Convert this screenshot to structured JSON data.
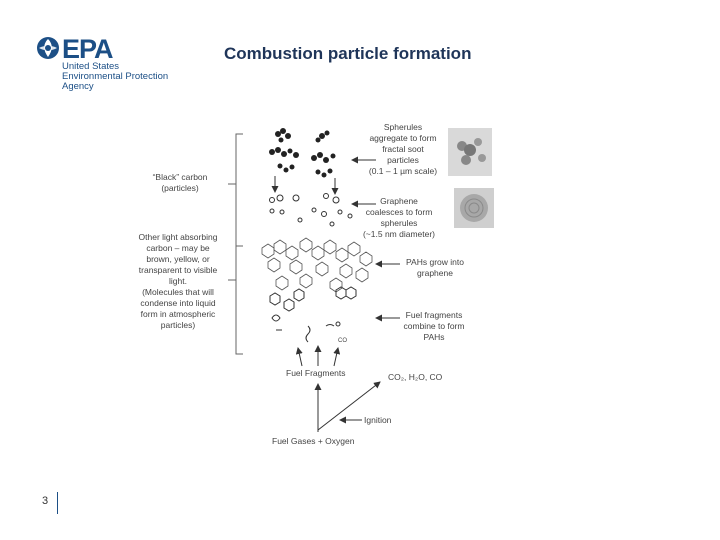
{
  "logo": {
    "word": "EPA",
    "sub_lines": [
      "United States",
      "Environmental Protection",
      "Agency"
    ]
  },
  "title": "Combustion particle formation",
  "page_number": "3",
  "diagram": {
    "left_labels": {
      "black_carbon": [
        "“Black” carbon",
        "(particles)"
      ],
      "light_absorbing": [
        "Other light absorbing",
        "carbon – may be",
        "brown, yellow, or",
        "transparent to visible",
        "light.",
        "(Molecules that will",
        "condense into liquid",
        "form in atmospheric",
        "particles)"
      ]
    },
    "right_labels": {
      "spherules": [
        "Spherules",
        "aggregate to form",
        "fractal soot",
        "particles",
        "(0.1 – 1 µm scale)"
      ],
      "graphene": [
        "Graphene",
        "coalesces to form",
        "spherules",
        "(~1.5 nm diameter)"
      ],
      "pahs": [
        "PAHs grow into",
        "graphene"
      ],
      "fragments": [
        "Fuel fragments",
        "combine to form",
        "PAHs"
      ],
      "co2": "CO₂, H₂O, CO",
      "ignition": "Ignition"
    },
    "bottom_labels": {
      "fuel_fragments": "Fuel Fragments",
      "fuel_gases": "Fuel Gases + Oxygen",
      "co_small": "CO"
    }
  },
  "colors": {
    "epa_blue": "#1c4f86",
    "title_color": "#1f3559",
    "diagram_ink": "#444444"
  }
}
